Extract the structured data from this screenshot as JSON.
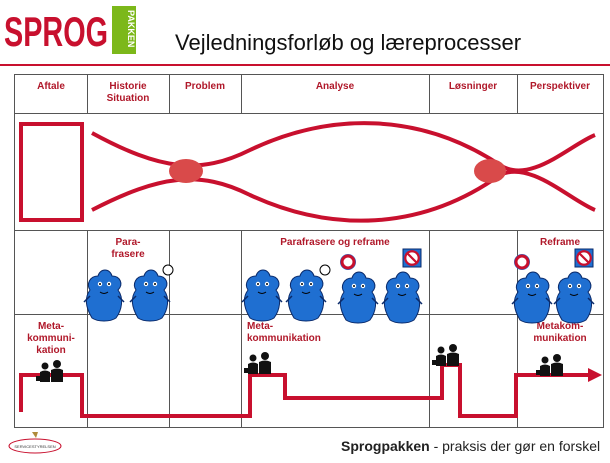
{
  "logo": {
    "brand": "SPROG",
    "tag": "PAKKEN"
  },
  "title": "Vejledningsforløb og læreprocesser",
  "columns": [
    {
      "label": "Aftale"
    },
    {
      "label": "Historie\nSituation"
    },
    {
      "label": "Problem"
    },
    {
      "label": "Analyse"
    },
    {
      "label": "Løsninger"
    },
    {
      "label": "Perspektiver"
    }
  ],
  "row2_labels": {
    "col2": "Para-\nfrasere",
    "col4": "Parafrasere og reframe",
    "col6": "Reframe"
  },
  "row3_labels": {
    "col1": "Meta-\nkommuni-\nkation",
    "col4": "Meta-\nkommunikation",
    "col6": "Metakom-\nmunikation"
  },
  "footer": {
    "agency_label": "SERVICESTYRELSEN",
    "brand": "Sprogpakken",
    "tagline": " - praksis der gør en forskel"
  },
  "colors": {
    "accent": "#c8102e",
    "figure": "#1f6fd1"
  }
}
